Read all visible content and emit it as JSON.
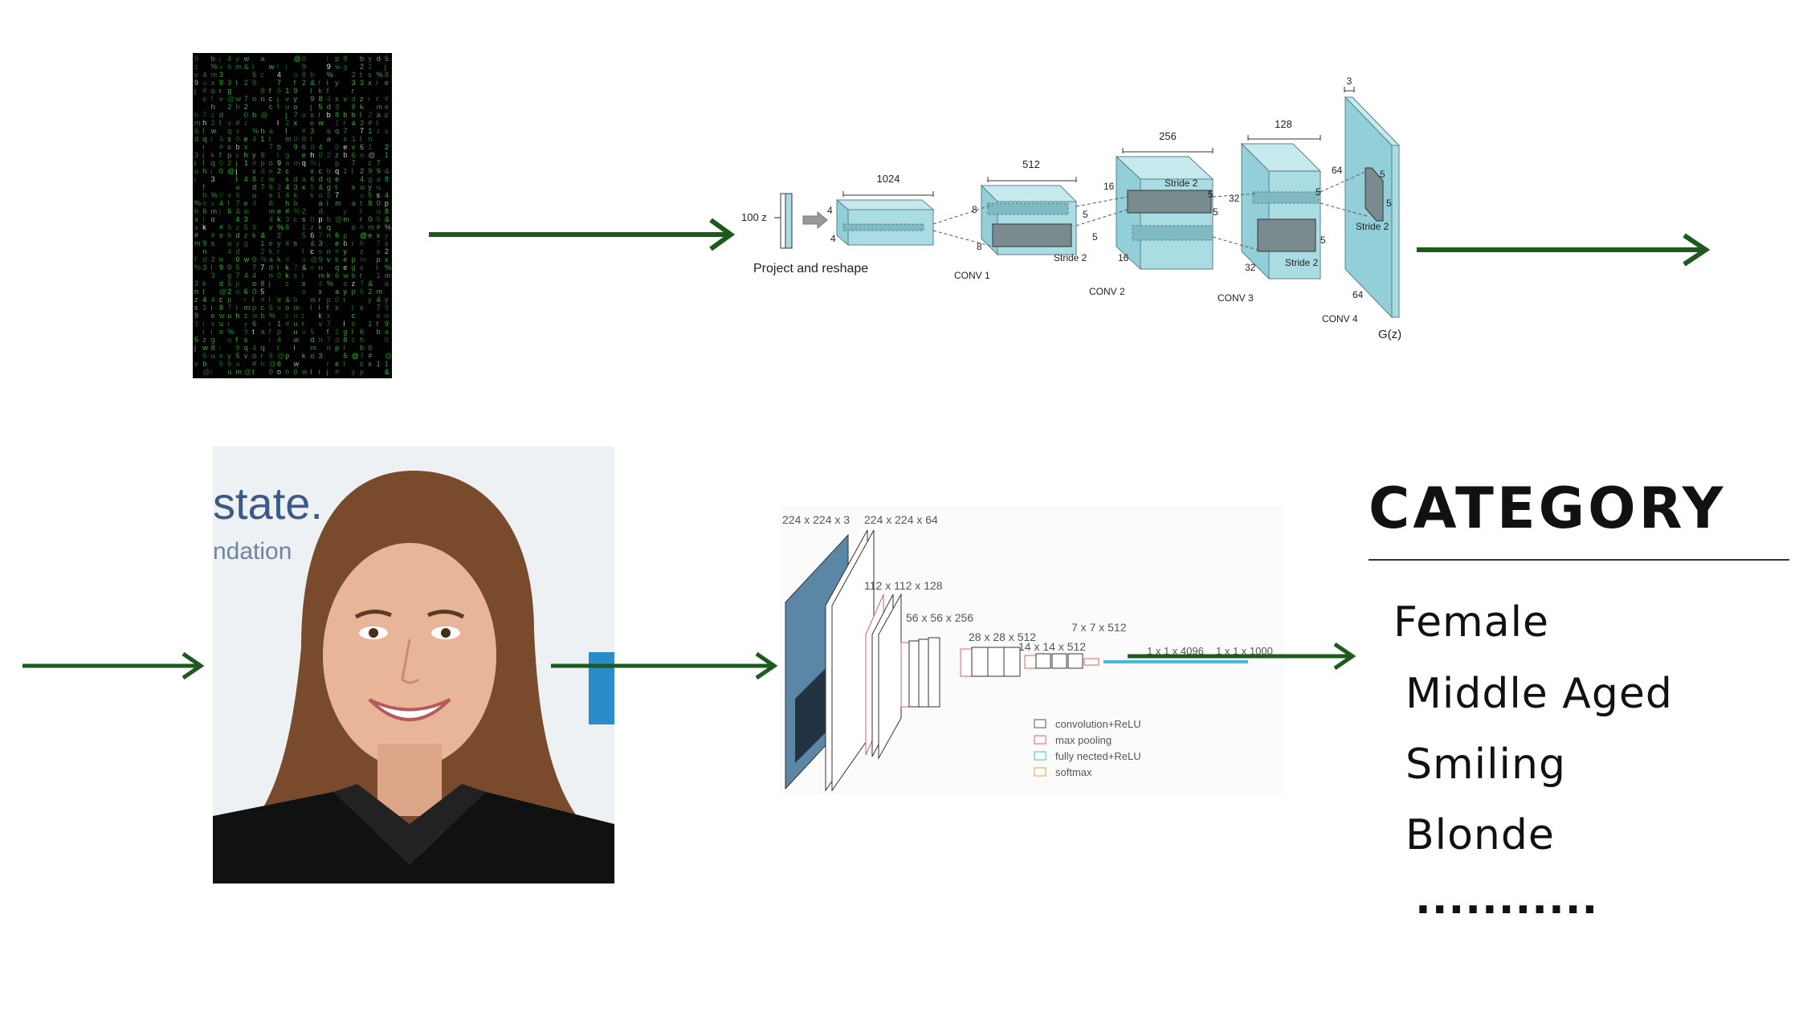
{
  "generator": {
    "input_label": "100 z",
    "project_label": "Project and reshape",
    "block1": {
      "depth": "1024",
      "side_a": "4",
      "side_b": "4"
    },
    "block2": {
      "depth": "512",
      "side_a": "8",
      "side_b": "8",
      "k1": "5",
      "k2": "5",
      "stride": "Stride 2",
      "conv": "CONV 1"
    },
    "block3": {
      "depth": "256",
      "side_a": "16",
      "side_b": "16",
      "k1": "5",
      "k2": "5",
      "stride": "Stride 2",
      "stride2": "Stride 2",
      "conv": "CONV 2"
    },
    "block4": {
      "depth": "128",
      "side_a": "32",
      "side_b": "32",
      "k1": "5",
      "k2": "5",
      "stride": "Stride 2",
      "conv": "CONV 3"
    },
    "block5": {
      "depth": "3",
      "side_a": "64",
      "side_b": "64",
      "k1": "5",
      "k2": "5",
      "stride": "Stride 2",
      "conv": "CONV 4"
    },
    "output_label": "G(z)"
  },
  "classifier": {
    "layers": {
      "l1": "224 x 224 x 3",
      "l2": "224 x 224 x 64",
      "l3": "112 x 112 x 128",
      "l4": "56 x 56 x 256",
      "l5": "28 x 28 x 512",
      "l6": "14 x 14 x 512",
      "l7": "7 x 7 x 512",
      "l8": "1 x 1 x 4096",
      "l9": "1 x 1 x 1000"
    },
    "legend": [
      {
        "label": "convolution+ReLU",
        "color": "#555555"
      },
      {
        "label": "max pooling",
        "color": "#e06060"
      },
      {
        "label": "fully nected+ReLU",
        "color": "#40b8e0"
      },
      {
        "label": "softmax",
        "color": "#d8a040"
      }
    ]
  },
  "category": {
    "title": "CATEGORY",
    "items": [
      "Female",
      "Middle Aged",
      "Smiling",
      "Blonde"
    ],
    "ellipsis": "..........."
  },
  "colors": {
    "arrow": "#1e5a1e",
    "cube_fill": "#a9dce3",
    "cube_stroke": "#5a7f86",
    "matrix_green": "#2bd12b"
  },
  "icons": [
    "matrix-noise-image",
    "woman-portrait-photo",
    "arrow-right-icon"
  ]
}
